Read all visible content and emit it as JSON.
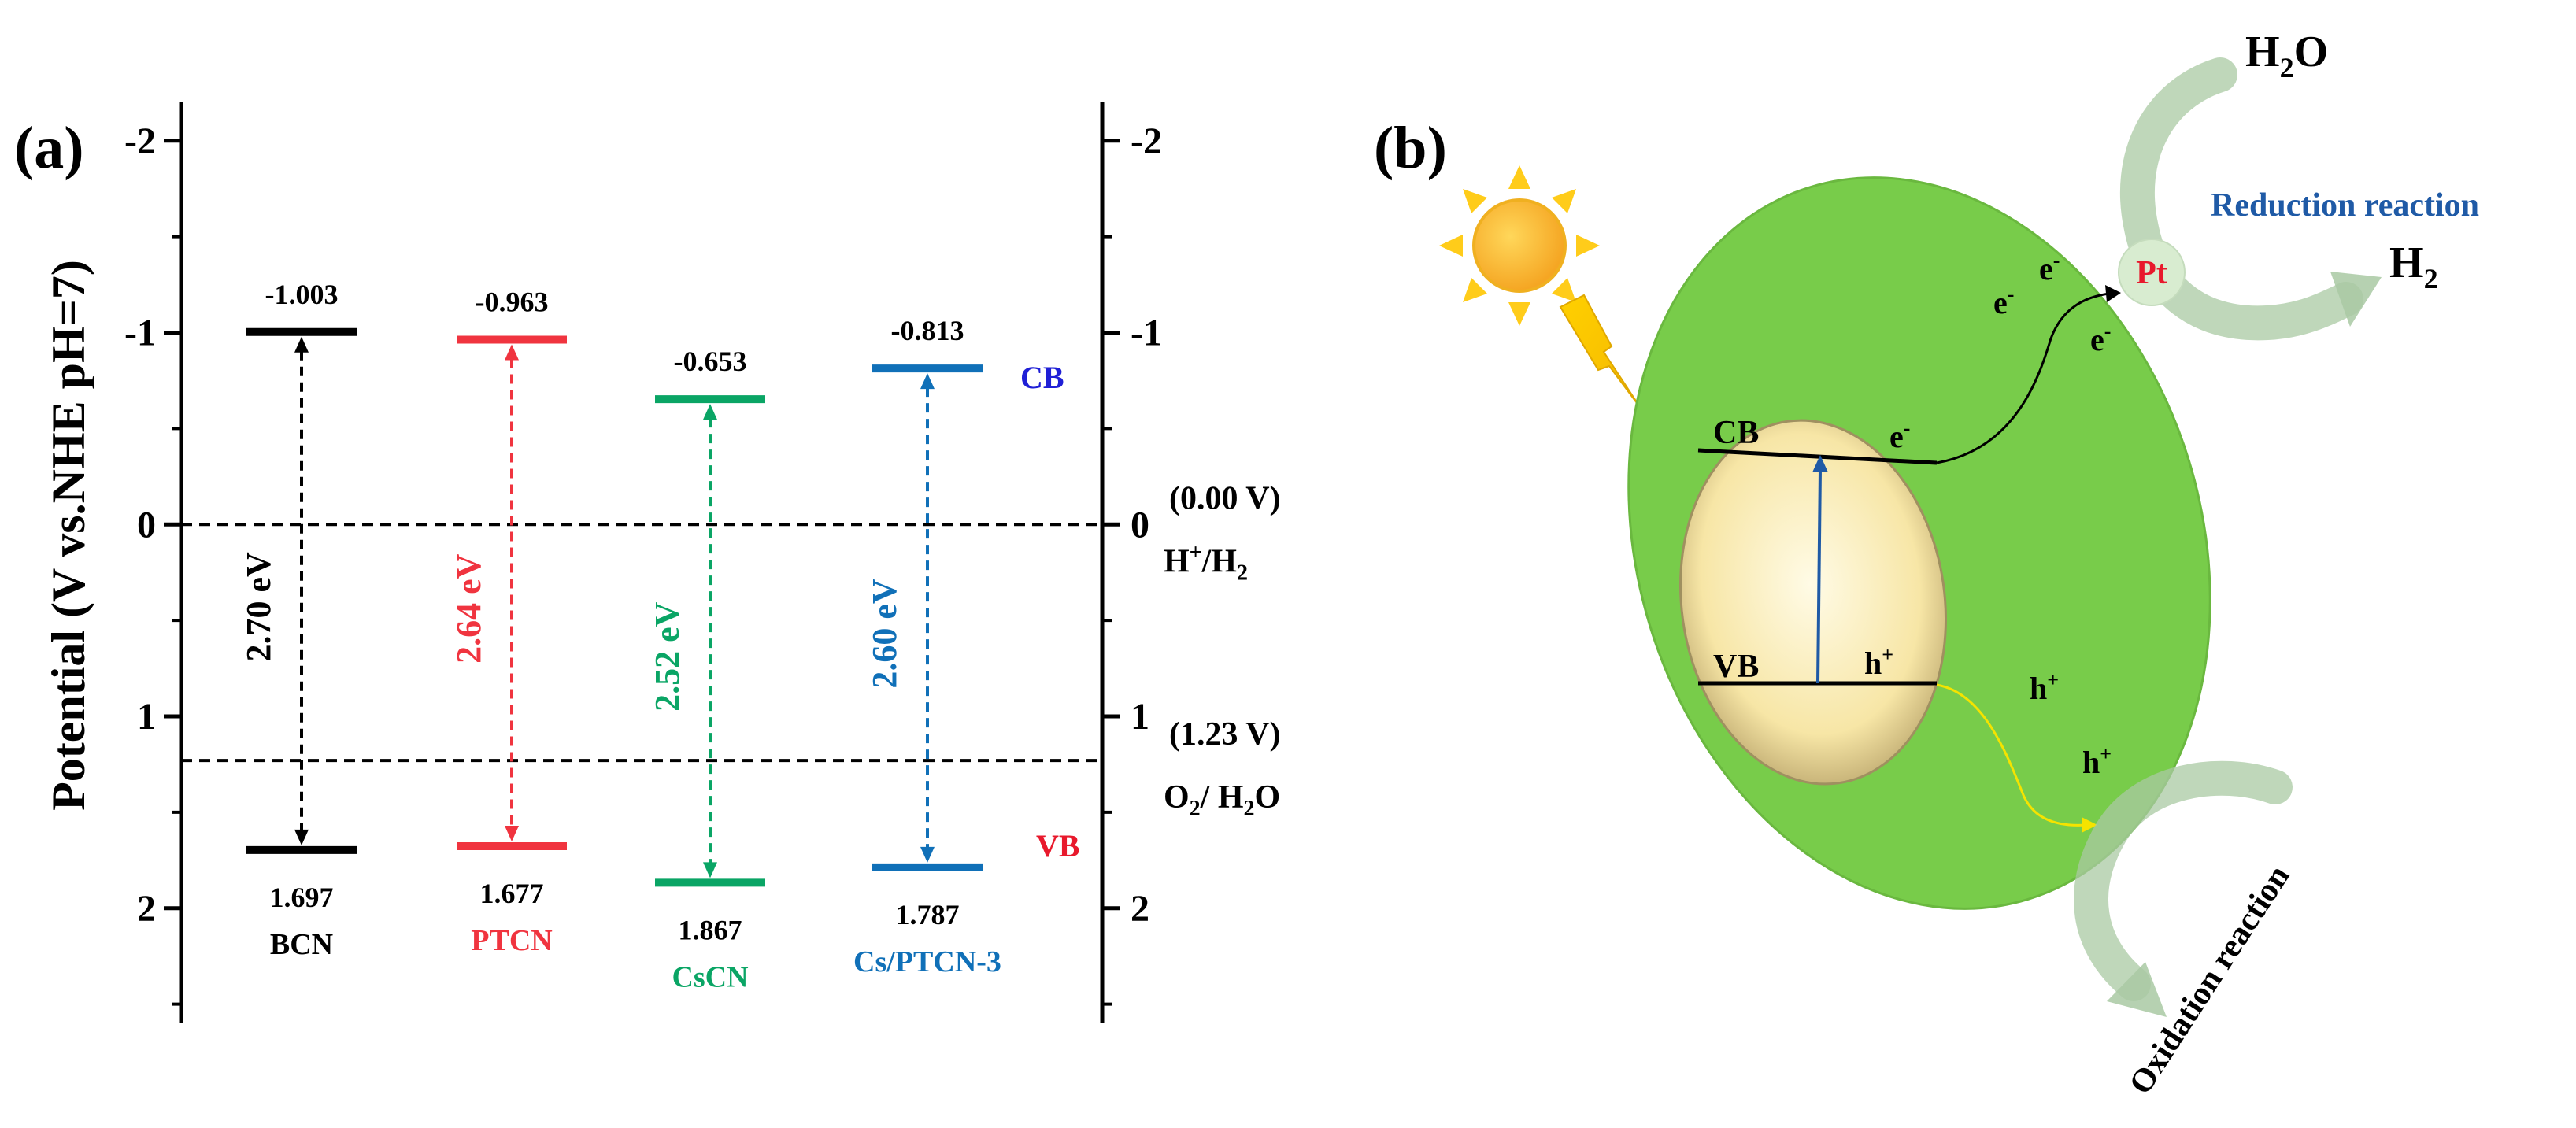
{
  "panel_a": {
    "label": "(a)",
    "ylabel": "Potential (V vs.NHE pH=7)",
    "axis": {
      "min": -2.2,
      "max": 2.6
    },
    "ticks": [
      {
        "value": -2,
        "label": "-2"
      },
      {
        "value": -1,
        "label": "-1"
      },
      {
        "value": 0,
        "label": "0"
      },
      {
        "value": 1,
        "label": "1"
      },
      {
        "value": 2,
        "label": "2"
      }
    ],
    "reference_lines": [
      {
        "value": 0,
        "label1": "(0.00 V)",
        "label2_main": "H",
        "label2_sup": "+",
        "label2_rest": "/H",
        "label2_sub": "2"
      },
      {
        "value": 1.23,
        "label1": "(1.23 V)",
        "label2_main": "O",
        "label2_sub": "2",
        "label2_rest": "/ H",
        "label2_rest_sub": "2",
        "label2_tail": "O"
      }
    ],
    "band_labels": {
      "cb": "CB",
      "vb": "VB",
      "cb_color": "#1f1fd6",
      "vb_color": "#e8192c"
    },
    "materials": [
      {
        "name": "BCN",
        "cb": -1.003,
        "vb": 1.697,
        "cb_label": "-1.003",
        "vb_label": "1.697",
        "gap_label": "2.70 eV",
        "color": "#000000"
      },
      {
        "name": "PTCN",
        "cb": -0.963,
        "vb": 1.677,
        "cb_label": "-0.963",
        "vb_label": "1.677",
        "gap_label": "2.64 eV",
        "color": "#f0343f"
      },
      {
        "name": "CsCN",
        "cb": -0.653,
        "vb": 1.867,
        "cb_label": "-0.653",
        "vb_label": "1.867",
        "gap_label": "2.52 eV",
        "color": "#0aa565"
      },
      {
        "name": "Cs/PTCN-3",
        "cb": -0.813,
        "vb": 1.787,
        "cb_label": "-0.813",
        "vb_label": "1.787",
        "gap_label": "2.60 eV",
        "color": "#1070b8"
      }
    ]
  },
  "panel_b": {
    "label": "(b)",
    "water": {
      "main": "H",
      "sub": "2",
      "tail": "O"
    },
    "hydrogen": {
      "main": "H",
      "sub": "2"
    },
    "reduction_label": "Reduction reaction",
    "reduction_color": "#1f5aa6",
    "oxidation_label": "Oxidation reaction",
    "cocatalyst": "Pt",
    "cocatalyst_color": "#e8192c",
    "cb_label": "CB",
    "vb_label": "VB",
    "electron": {
      "main": "e",
      "sup": "-"
    },
    "hole": {
      "main": "h",
      "sup": "+"
    },
    "particle_color": "#78cc4a",
    "core_color": "#f7e6a6"
  }
}
